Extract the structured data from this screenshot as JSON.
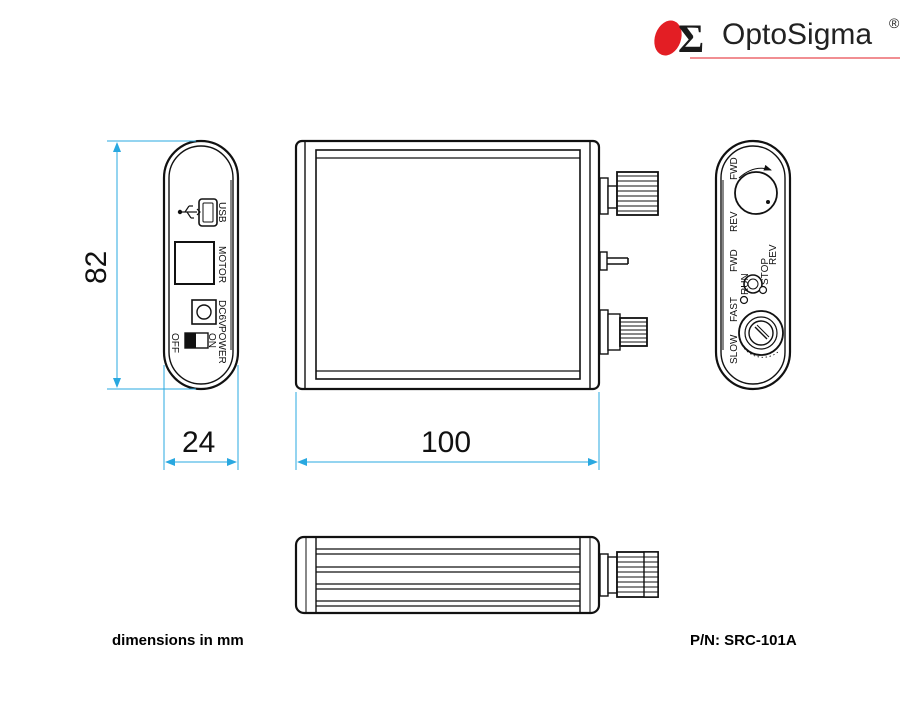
{
  "logo": {
    "name": "OptoSigma",
    "registered_mark": "®",
    "symbol_glyph": "Σ",
    "colors": {
      "red": "#e31e24",
      "dark": "#1a1a1a"
    }
  },
  "dimensions": {
    "height": "82",
    "depth": "24",
    "width": "100",
    "color": "#29a8e0"
  },
  "left_panel": {
    "usb": "USB",
    "motor": "MOTOR",
    "dc": "DC6V",
    "power": "POWER",
    "on": "ON",
    "off": "OFF"
  },
  "right_panel": {
    "fwd_top": "FWD",
    "rev_top": "REV",
    "fwd": "FWD",
    "run": "RUN",
    "stop": "STOP",
    "rev": "REV",
    "fast": "FAST",
    "slow": "SLOW"
  },
  "footer": {
    "units_note": "dimensions in mm",
    "part_number": "P/N: SRC-101A"
  }
}
